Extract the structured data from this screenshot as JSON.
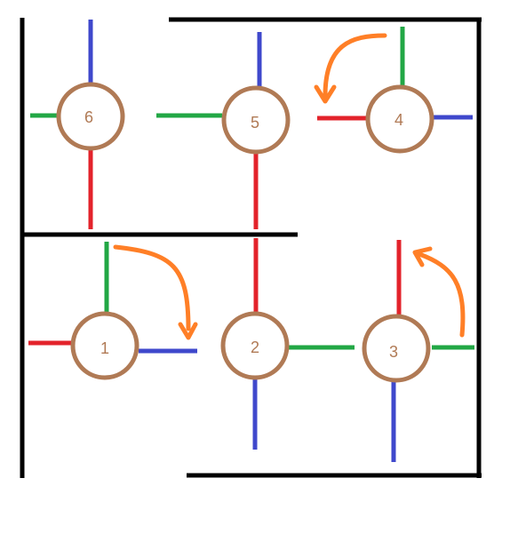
{
  "colors": {
    "background": "#ffffff",
    "wall": "#000000",
    "node_ring": "#b07a55",
    "node_label": "#b07a55",
    "green": "#22a745",
    "red": "#e3232b",
    "blue": "#3f48cc",
    "arrow": "#ff7f27"
  },
  "nodes": [
    {
      "id": "1",
      "label": "1"
    },
    {
      "id": "2",
      "label": "2"
    },
    {
      "id": "3",
      "label": "3"
    },
    {
      "id": "4",
      "label": "4"
    },
    {
      "id": "5",
      "label": "5"
    },
    {
      "id": "6",
      "label": "6"
    }
  ]
}
